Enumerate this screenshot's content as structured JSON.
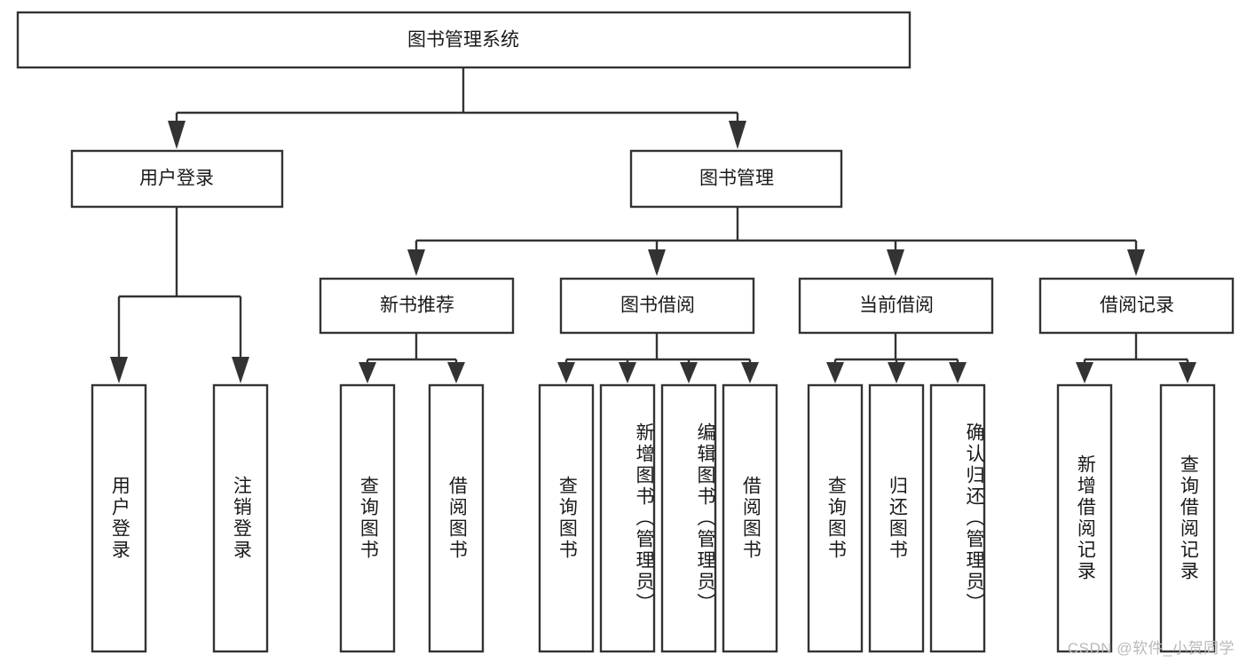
{
  "diagram": {
    "title": "图书管理系统",
    "type": "functional-decomposition-tree",
    "watermark": "CSDN @软件_小贺同学",
    "root": {
      "label": "图书管理系统",
      "id": "root"
    },
    "level1": [
      {
        "id": "user-login",
        "label": "用户登录"
      },
      {
        "id": "book-management",
        "label": "图书管理"
      }
    ],
    "level2": [
      {
        "id": "new-book-recommend",
        "label": "新书推荐",
        "parent": "book-management"
      },
      {
        "id": "book-borrow",
        "label": "图书借阅",
        "parent": "book-management"
      },
      {
        "id": "current-borrow",
        "label": "当前借阅",
        "parent": "book-management"
      },
      {
        "id": "borrow-record",
        "label": "借阅记录",
        "parent": "book-management"
      }
    ],
    "leaves": [
      {
        "id": "leaf-user-login",
        "label": "用户登录",
        "parent": "user-login"
      },
      {
        "id": "leaf-logout-login",
        "label": "注销登录",
        "parent": "user-login"
      },
      {
        "id": "leaf-query-book-1",
        "label": "查询图书",
        "parent": "new-book-recommend"
      },
      {
        "id": "leaf-borrow-book-1",
        "label": "借阅图书",
        "parent": "new-book-recommend"
      },
      {
        "id": "leaf-query-book-2",
        "label": "查询图书",
        "parent": "book-borrow"
      },
      {
        "id": "leaf-add-book",
        "label": "新增图书（管理员）",
        "parent": "book-borrow"
      },
      {
        "id": "leaf-edit-book",
        "label": "编辑图书（管理员）",
        "parent": "book-borrow"
      },
      {
        "id": "leaf-borrow-book-2",
        "label": "借阅图书",
        "parent": "book-borrow"
      },
      {
        "id": "leaf-query-book-3",
        "label": "查询图书",
        "parent": "current-borrow"
      },
      {
        "id": "leaf-return-book",
        "label": "归还图书",
        "parent": "current-borrow"
      },
      {
        "id": "leaf-confirm-return",
        "label": "确认归还（管理员）",
        "parent": "current-borrow"
      },
      {
        "id": "leaf-add-borrow-record",
        "label": "新增借阅记录",
        "parent": "borrow-record"
      },
      {
        "id": "leaf-query-borrow-record",
        "label": "查询借阅记录",
        "parent": "borrow-record"
      }
    ],
    "colors": {
      "box_stroke": "#333333",
      "box_fill": "#ffffff",
      "text": "#1a1a1a",
      "background": "#ffffff",
      "watermark": "#b9b9b9"
    }
  }
}
